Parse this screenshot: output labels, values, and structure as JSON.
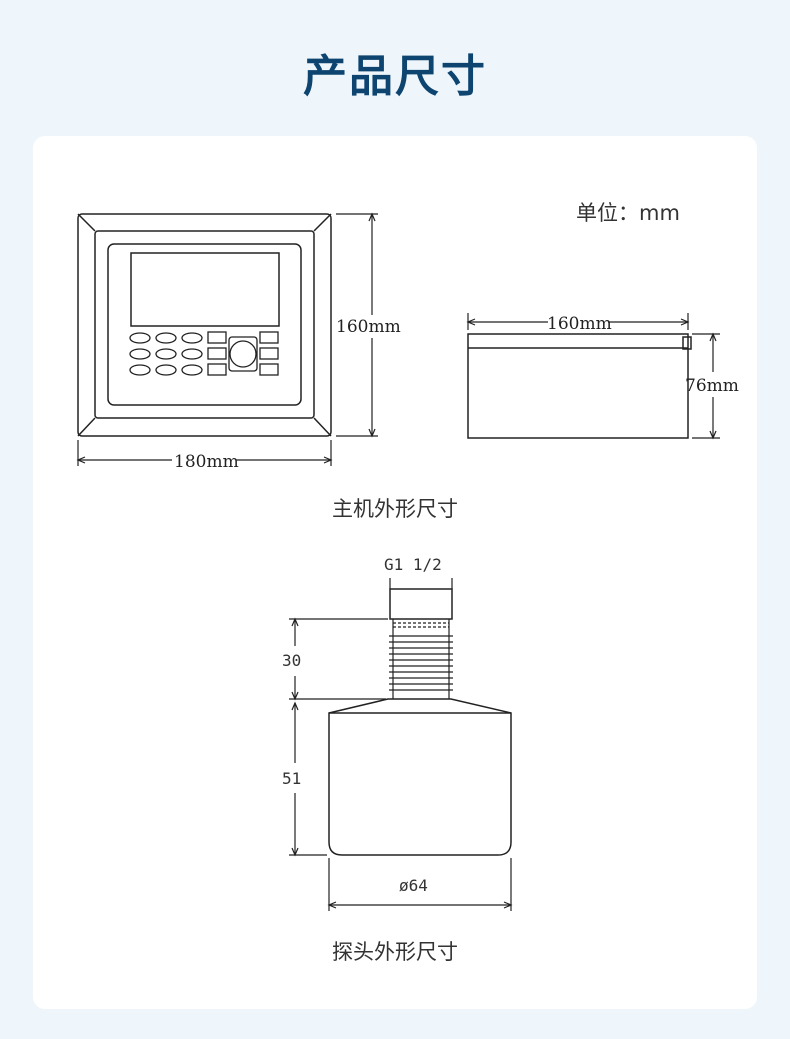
{
  "title": "产品尺寸",
  "unit": "单位：mm",
  "host": {
    "caption": "主机外形尺寸",
    "front_height_label": "160mm",
    "front_width_label": "180mm",
    "side_width_label": "160mm",
    "side_depth_label": "76mm"
  },
  "probe": {
    "caption": "探头外形尺寸",
    "thread_label": "G1 1/2",
    "thread_length_label": "30",
    "body_height_label": "51",
    "diameter_label": "ø64"
  }
}
